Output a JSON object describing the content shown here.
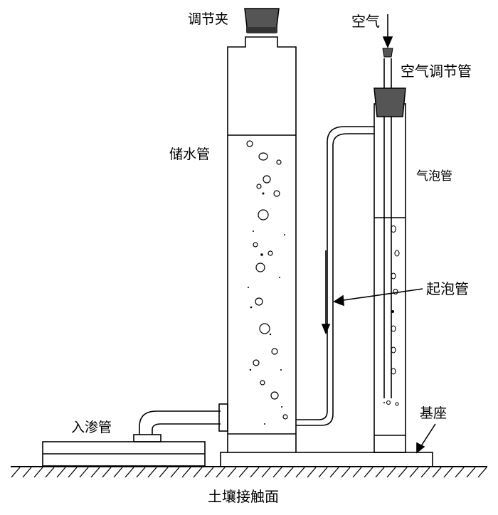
{
  "labels": {
    "clamp": "调节夹",
    "air": "空气",
    "air_tube": "空气调节管",
    "reservoir": "储水管",
    "bubble_chamber": "气泡管",
    "bubble_tube": "起泡管",
    "infiltration_tube": "入渗管",
    "base": "基座",
    "soil_interface": "土壤接触面"
  },
  "colors": {
    "stroke": "#000000",
    "stopper": "#555555",
    "background": "#ffffff"
  }
}
